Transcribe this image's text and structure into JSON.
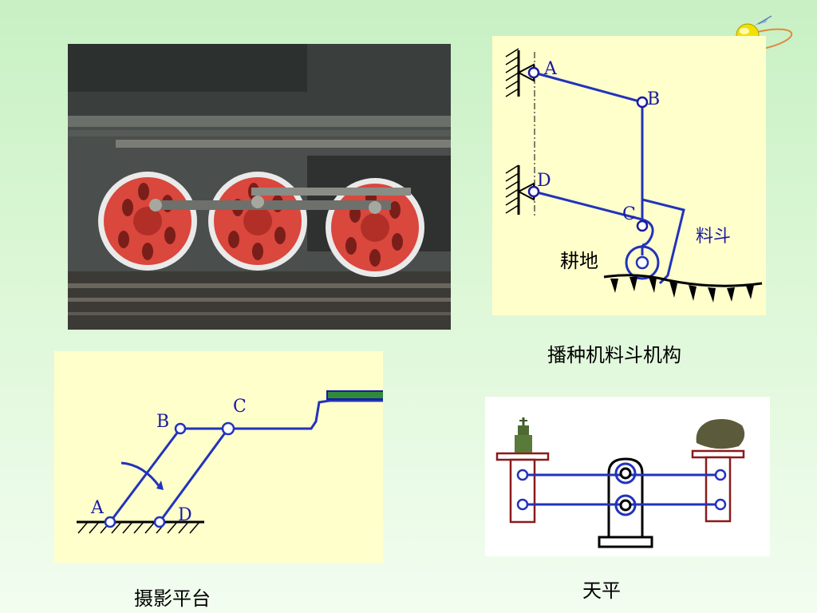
{
  "photo": {
    "description": "locomotive-wheels"
  },
  "seed_diagram": {
    "labels": {
      "A": "A",
      "B": "B",
      "C": "C",
      "D": "D"
    },
    "hopper_label": "料斗",
    "ground_label": "耕地",
    "caption": "播种机料斗机构"
  },
  "platform_diagram": {
    "labels": {
      "A": "A",
      "B": "B",
      "C": "C",
      "D": "D"
    },
    "caption": "摄影平台"
  },
  "balance_diagram": {
    "caption": "天平"
  },
  "colors": {
    "link_blue": "#2233bb",
    "label_blue": "#1a1aa0",
    "panel_yellow": "#ffffcc",
    "balance_red": "#8b1a1a",
    "platform_green": "#2e8b3a"
  }
}
